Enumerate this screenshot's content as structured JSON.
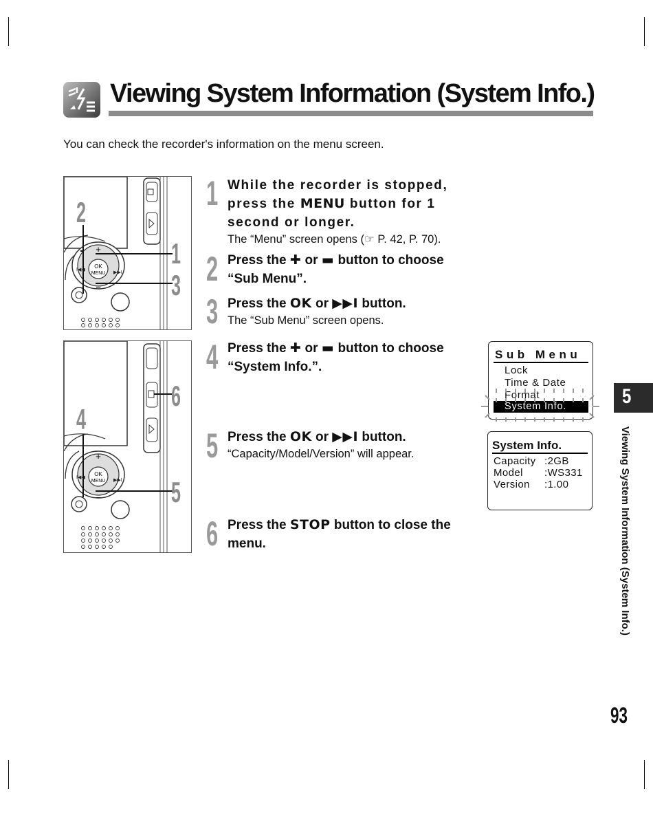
{
  "title": "Viewing System Information (System Info.)",
  "intro": "You can check the recorder's information on the menu screen.",
  "illustration_top": {
    "labels": [
      "2",
      "1",
      "3"
    ],
    "buttons": {
      "ok": "OK",
      "menu": "MENU",
      "plus": "+",
      "minus": "−"
    }
  },
  "illustration_bottom": {
    "labels": [
      "6",
      "4",
      "5"
    ],
    "buttons": {
      "ok": "OK",
      "menu": "MENU",
      "plus": "+",
      "minus": "−"
    }
  },
  "steps": [
    {
      "num": "1",
      "pre": "While the recorder is stopped, press the ",
      "key": "MENU",
      "post": " button for 1 second or longer.",
      "note": "The “Menu” screen opens (☞ P. 42, P. 70)."
    },
    {
      "num": "2",
      "pre": "Press the ",
      "key": "✚",
      "mid": " or ",
      "key2": "▬",
      "post": " button to choose “Sub Menu”.",
      "note": ""
    },
    {
      "num": "3",
      "pre": "Press the ",
      "key": "OK",
      "mid": " or ",
      "key2": "▶▶I",
      "post": " button.",
      "note": "The “Sub Menu” screen opens."
    },
    {
      "num": "4",
      "pre": "Press the ",
      "key": "✚",
      "mid": " or ",
      "key2": "▬",
      "post": " button to choose “System Info.”.",
      "note": ""
    },
    {
      "num": "5",
      "pre": "Press the ",
      "key": "OK",
      "mid": " or ",
      "key2": "▶▶I",
      "post": " button.",
      "note": "“Capacity/Model/Version” will appear."
    },
    {
      "num": "6",
      "pre": "Press the ",
      "key": "STOP",
      "post": " button to close the menu.",
      "note": ""
    }
  ],
  "sub_menu_screen": {
    "title": "Sub Menu",
    "items": [
      "Lock",
      "Time & Date",
      "Format"
    ],
    "selected": "System Info."
  },
  "system_info_screen": {
    "title": "System Info.",
    "rows": [
      {
        "label": "Capacity",
        "value": ":2GB"
      },
      {
        "label": "Model",
        "value": ":WS331"
      },
      {
        "label": "Version",
        "value": ":1.00"
      }
    ]
  },
  "chapter_tab": "5",
  "side_caption": "Viewing System Information (System Info.)",
  "page_number": "93"
}
